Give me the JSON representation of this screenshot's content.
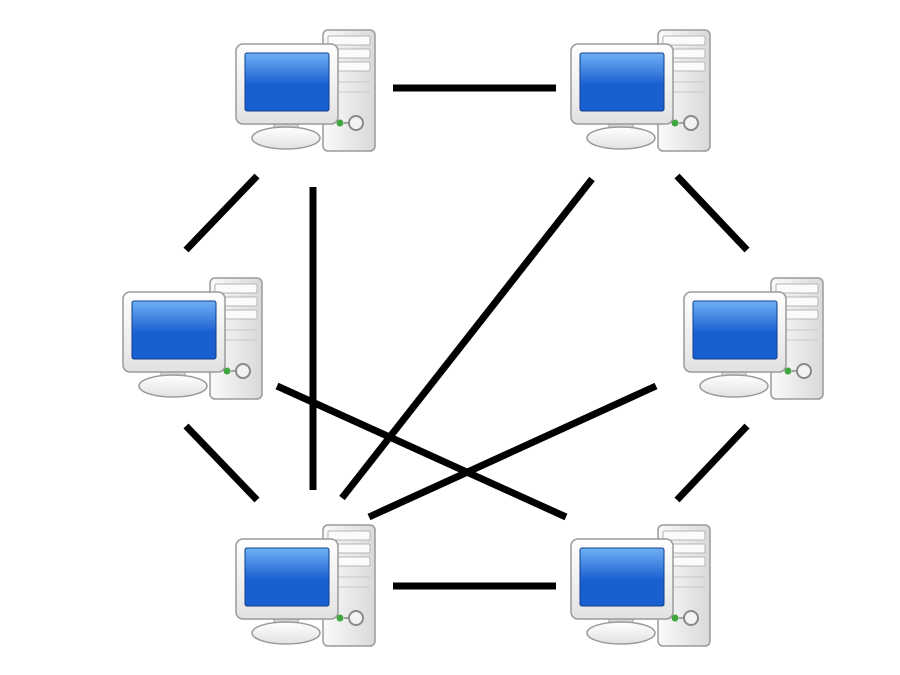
{
  "diagram": {
    "type": "network-topology",
    "topology": "partial-mesh",
    "node_icon": "desktop-computer-icon",
    "node_count": 6,
    "nodes": [
      {
        "id": "top-left",
        "icon": "desktop-computer-icon"
      },
      {
        "id": "top-right",
        "icon": "desktop-computer-icon"
      },
      {
        "id": "middle-left",
        "icon": "desktop-computer-icon"
      },
      {
        "id": "middle-right",
        "icon": "desktop-computer-icon"
      },
      {
        "id": "bottom-left",
        "icon": "desktop-computer-icon"
      },
      {
        "id": "bottom-right",
        "icon": "desktop-computer-icon"
      }
    ],
    "links": [
      {
        "from": "top-left",
        "to": "top-right"
      },
      {
        "from": "top-left",
        "to": "middle-left"
      },
      {
        "from": "top-left",
        "to": "bottom-left"
      },
      {
        "from": "top-right",
        "to": "middle-right"
      },
      {
        "from": "top-right",
        "to": "bottom-left"
      },
      {
        "from": "middle-left",
        "to": "bottom-left"
      },
      {
        "from": "middle-left",
        "to": "bottom-right"
      },
      {
        "from": "middle-right",
        "to": "bottom-left"
      },
      {
        "from": "middle-right",
        "to": "bottom-right"
      },
      {
        "from": "bottom-left",
        "to": "bottom-right"
      }
    ],
    "colors": {
      "screen": "#1a5fd0",
      "screen_highlight": "#6fb0f5",
      "bezel": "#f4f4f4",
      "case": "#eeeeee",
      "outline": "#9a9a9a",
      "power_led": "#3fa63f",
      "link": "#000000"
    }
  }
}
